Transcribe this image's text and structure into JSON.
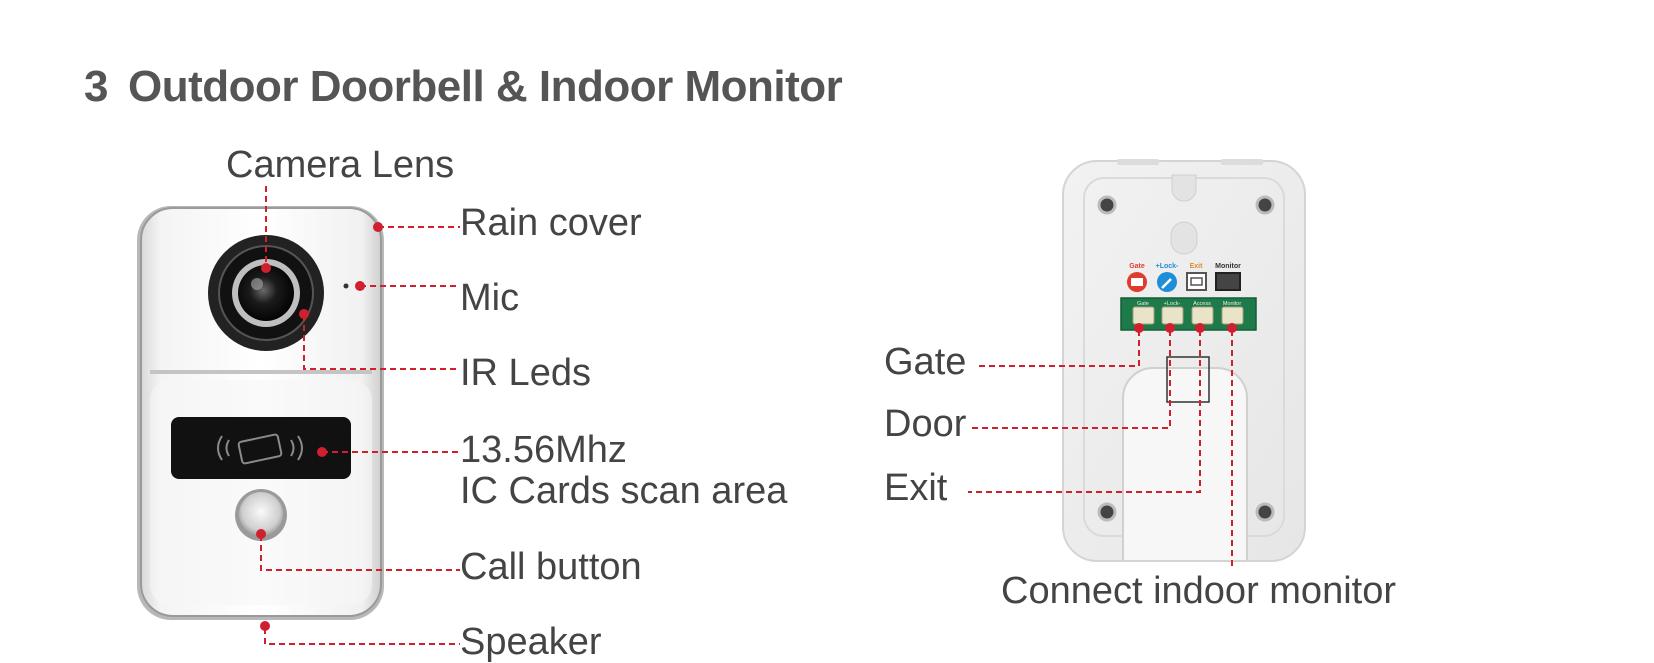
{
  "section": {
    "number": "3",
    "title": "Outdoor Doorbell & Indoor Monitor"
  },
  "doorbell": {
    "labels": {
      "camera_lens": "Camera Lens",
      "rain_cover": "Rain cover",
      "mic": "Mic",
      "ir_leds": "IR Leds",
      "ic_freq": "13.56Mhz",
      "ic_area": "IC Cards scan area",
      "call_button": "Call button",
      "speaker": "Speaker"
    }
  },
  "monitor": {
    "labels": {
      "gate": "Gate",
      "door": "Door",
      "exit": "Exit",
      "connect": "Connect indoor monitor"
    },
    "port_icons": [
      "Gate",
      "+Lock-",
      "Exit",
      "Monitor"
    ],
    "terminal_labels": [
      "Gate",
      "+Lock-",
      "Access",
      "Monitor"
    ]
  },
  "colors": {
    "leader": "#d0202e",
    "text": "#444444",
    "title": "#555555"
  }
}
